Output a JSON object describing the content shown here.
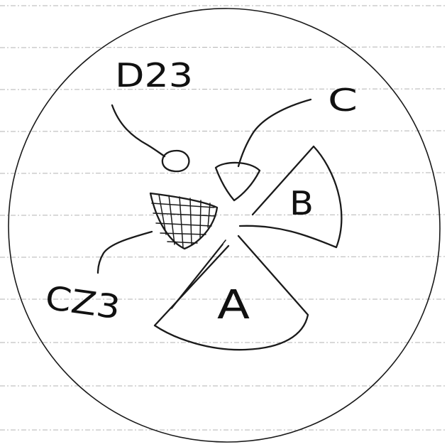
{
  "labels": {
    "d23": "D23",
    "c": "C",
    "b": "B",
    "a": "A",
    "cz3": "CZ3"
  },
  "colors": {
    "ink": "#1a1a1a",
    "paper": "#ffffff",
    "ruled_lines": "#9a9a9a"
  }
}
